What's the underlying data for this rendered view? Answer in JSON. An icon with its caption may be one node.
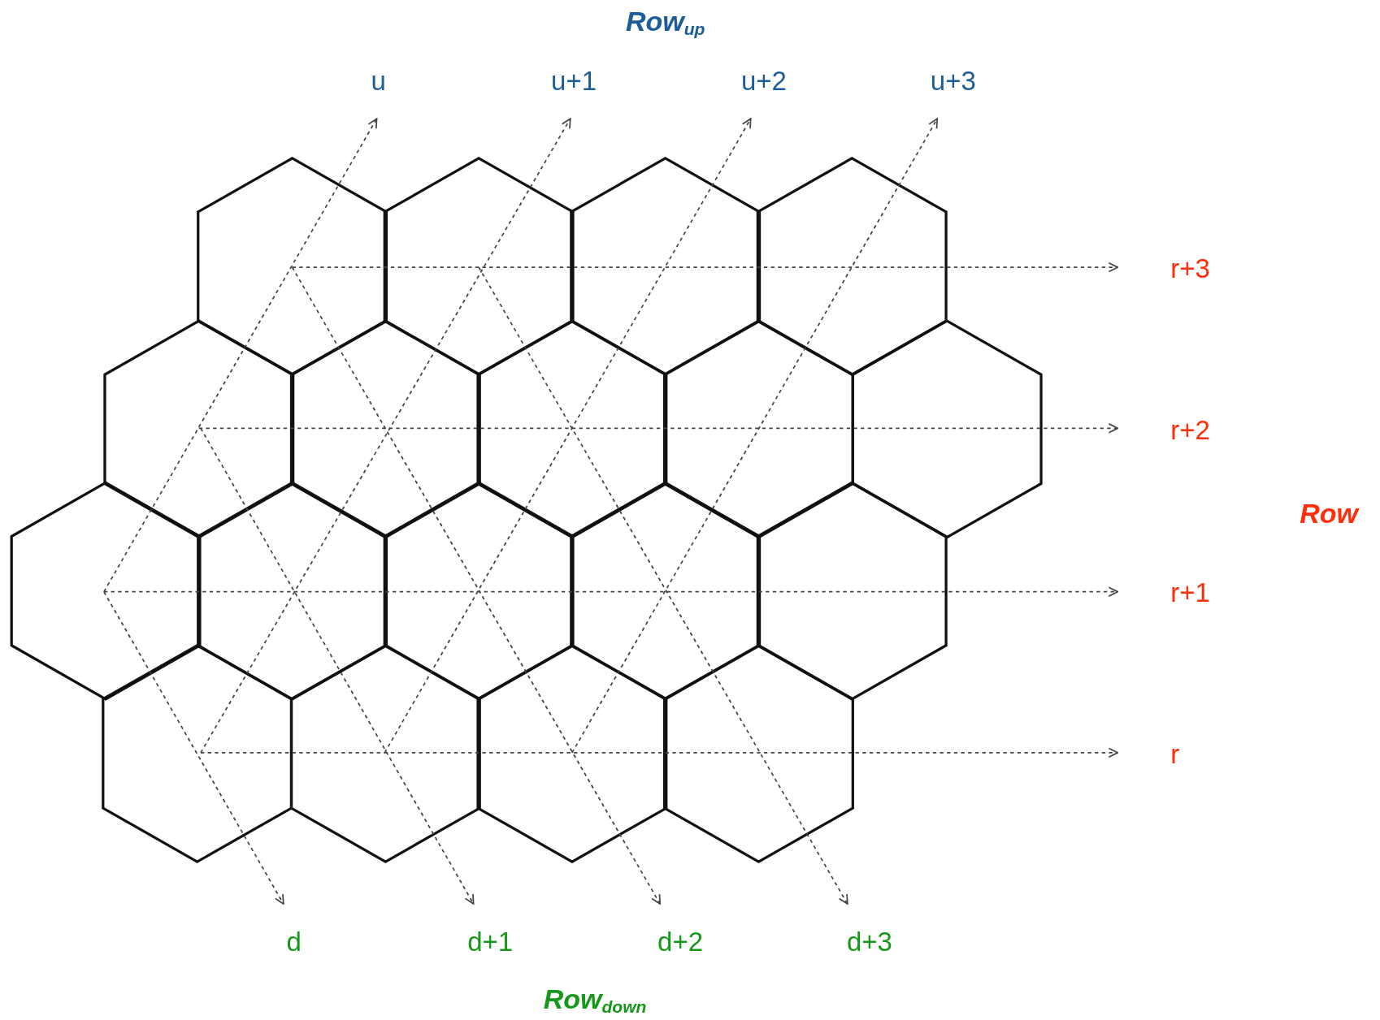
{
  "diagram": {
    "nodes": [
      {
        "text": [
          "u"
        ]
      },
      {
        "text": [
          "u+1"
        ]
      },
      {
        "text": [
          "u+2"
        ]
      },
      {
        "text": [
          "u+3"
        ]
      },
      {
        "text": [
          "r+3"
        ]
      },
      {
        "text": [
          "r+2"
        ]
      },
      {
        "text": [
          "r+1"
        ]
      },
      {
        "text": [
          "r"
        ]
      },
      {
        "text": [
          "d"
        ]
      },
      {
        "text": [
          "d+1"
        ]
      },
      {
        "text": [
          "d+2"
        ]
      },
      {
        "text": [
          "d+3"
        ]
      }
    ],
    "edges": [
      {
        "from": null,
        "to": 0,
        "arrow": "to",
        "style": "dashed"
      },
      {
        "from": null,
        "to": 1,
        "arrow": "to",
        "style": "dashed"
      },
      {
        "from": null,
        "to": 2,
        "arrow": "to",
        "style": "dashed"
      },
      {
        "from": null,
        "to": 3,
        "arrow": "to",
        "style": "dashed"
      },
      {
        "from": null,
        "to": 4,
        "arrow": "to",
        "style": "dashed"
      },
      {
        "from": null,
        "to": 5,
        "arrow": "to",
        "style": "dashed"
      },
      {
        "from": null,
        "to": 6,
        "arrow": "to",
        "style": "dashed"
      },
      {
        "from": null,
        "to": 7,
        "arrow": "to",
        "style": "dashed"
      },
      {
        "from": null,
        "to": 8,
        "arrow": "to",
        "style": "dashed"
      },
      {
        "from": null,
        "to": 9,
        "arrow": "to",
        "style": "dashed"
      },
      {
        "from": null,
        "to": 10,
        "arrow": "to",
        "style": "dashed"
      },
      {
        "from": null,
        "to": 11,
        "arrow": "to",
        "style": "dashed"
      }
    ],
    "labels": [
      "Row$_{up}$",
      "Row",
      "Row$_{down}$"
    ]
  }
}
